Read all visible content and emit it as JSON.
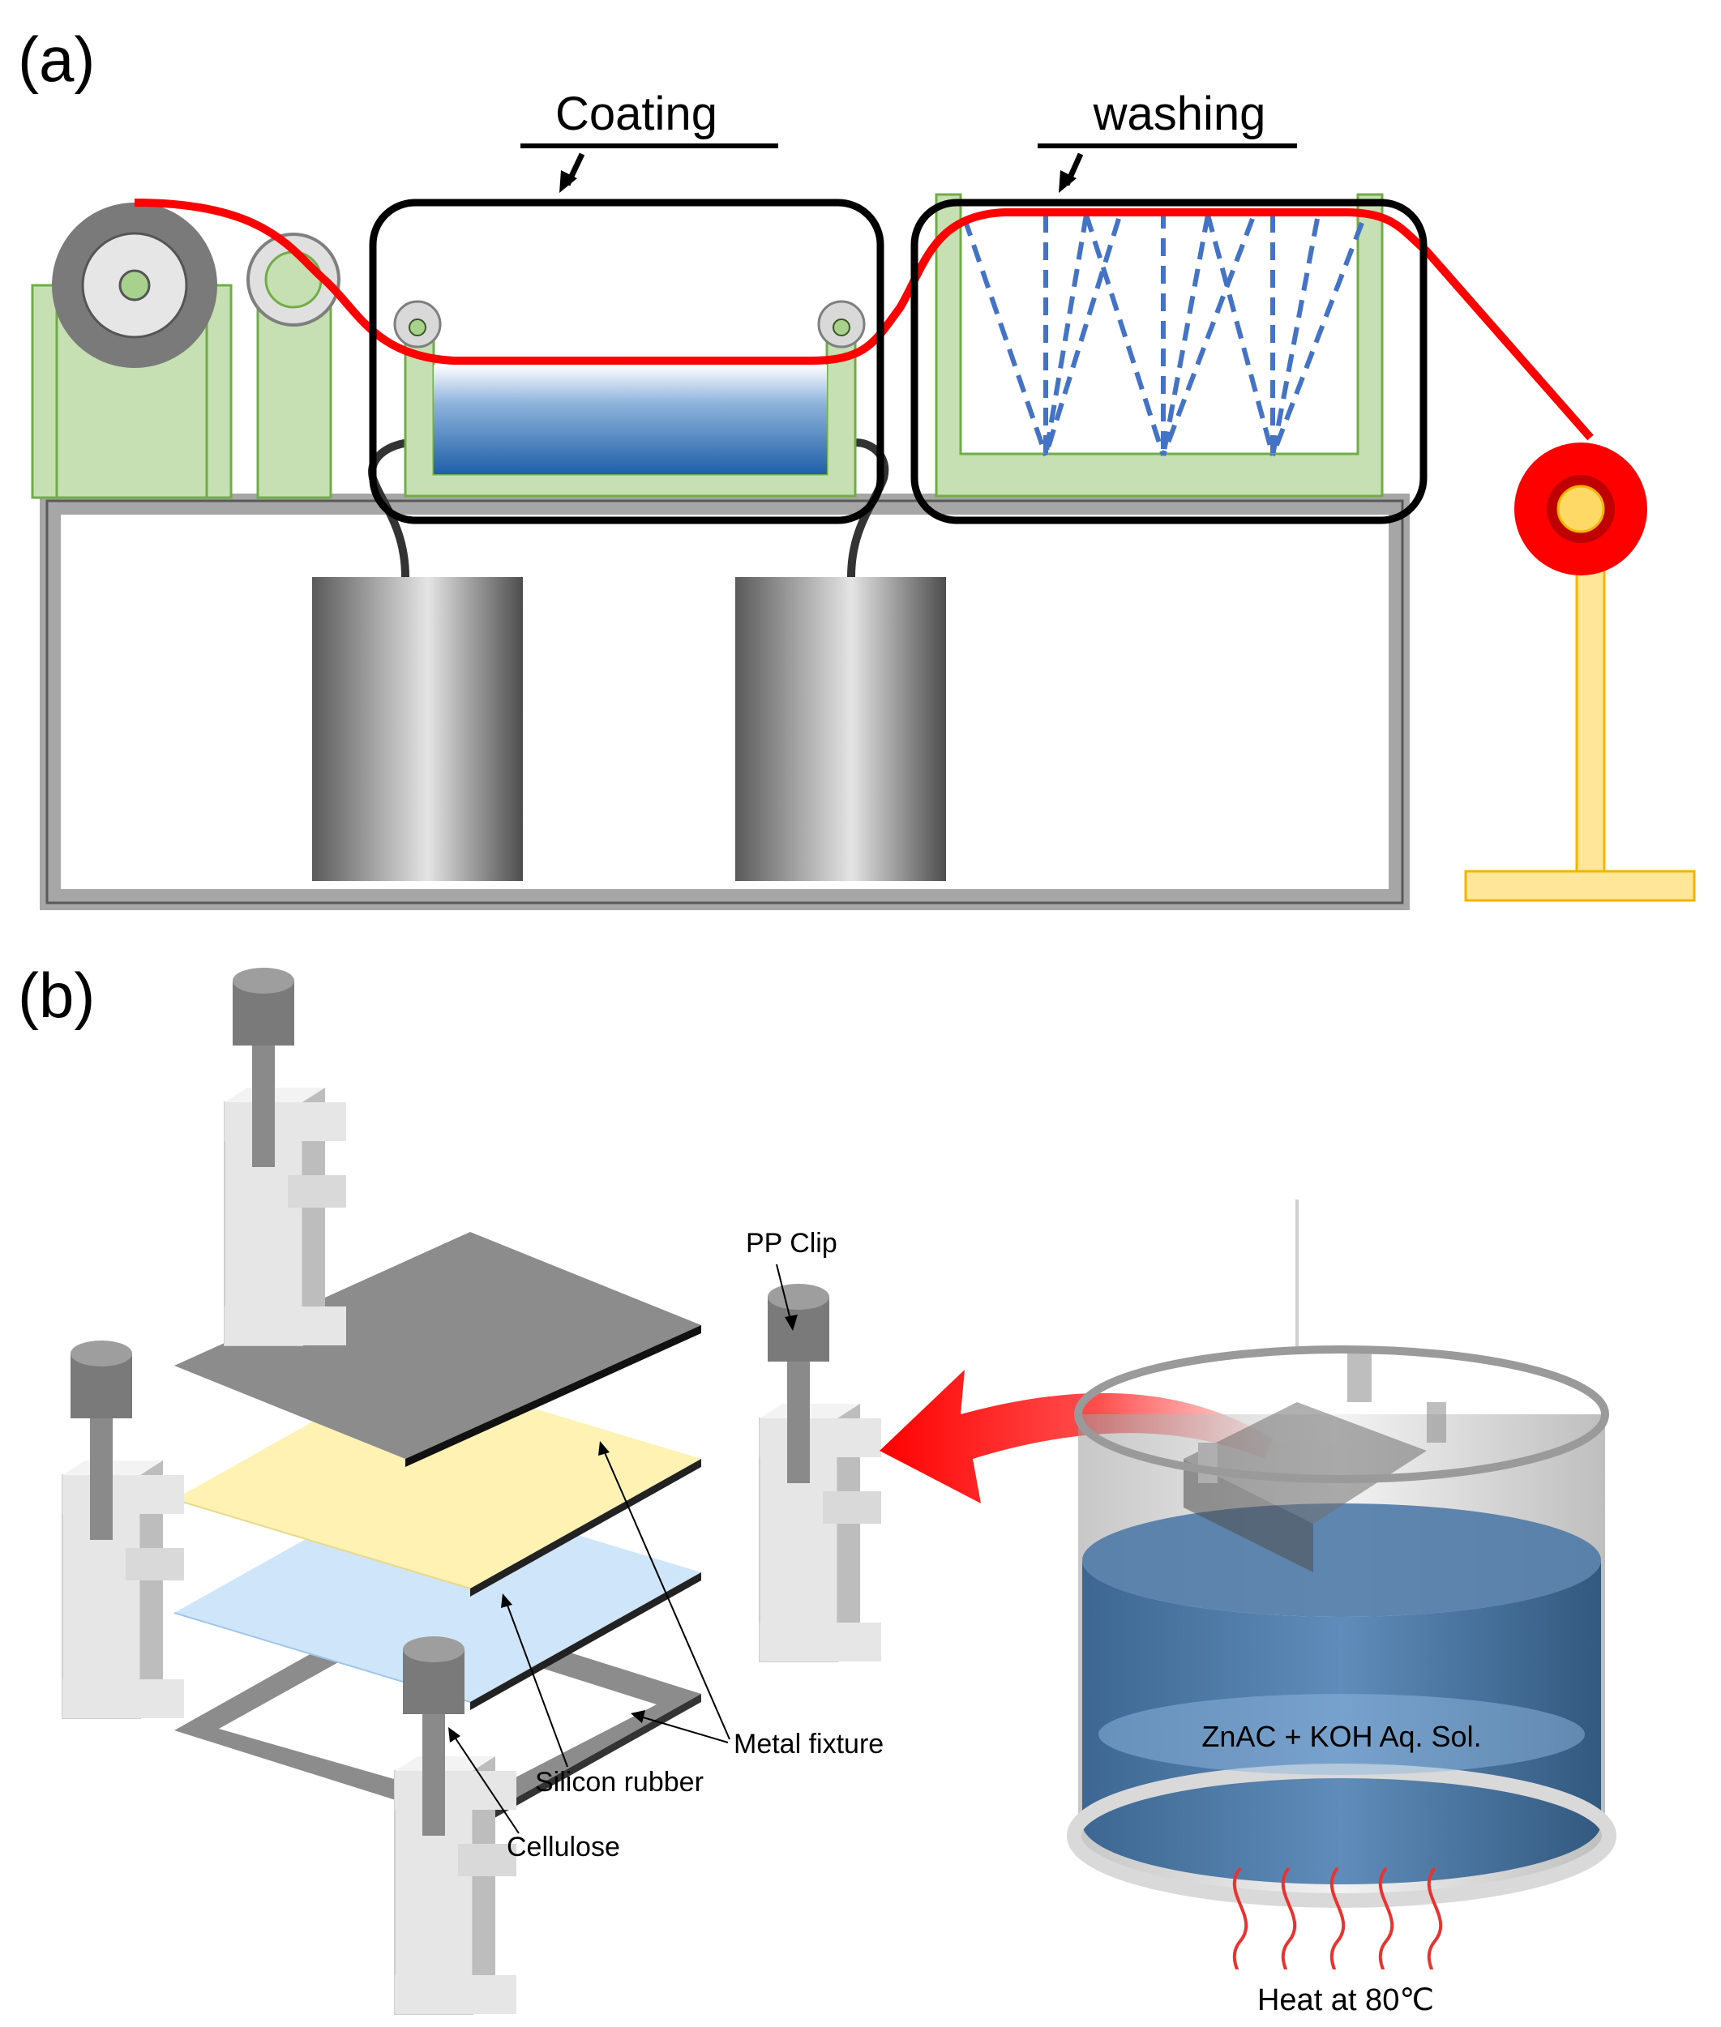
{
  "panel_a": {
    "label": "(a)",
    "coating_label": "Coating",
    "washing_label": "washing"
  },
  "panel_b": {
    "label": "(b)",
    "pp_clip_label": "PP Clip",
    "metal_fixture_label": "Metal  fixture",
    "silicon_rubber_label": "Silicon rubber",
    "cellulose_label": "Cellulose",
    "solution_label": "ZnAC + KOH Aq. Sol.",
    "heat_label": "Heat at 80℃"
  },
  "colors": {
    "film": "#ff0000",
    "frame_green": "#c6e0b4",
    "frame_green_edge": "#70ad47",
    "spray": "#4472c4",
    "stand_yellow": "#ffe699",
    "metal_plate": "#8c8c8c",
    "silicon_rubber": "#fff2b3",
    "cellulose": "#cfe6fa",
    "solution": "#4a78a8",
    "heat": "#e8332f"
  }
}
